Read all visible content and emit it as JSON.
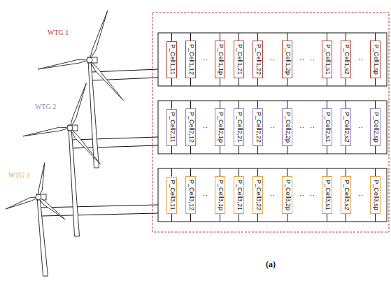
{
  "diagram": {
    "caption": "(a)",
    "nodes": [
      {
        "text": [
          "P_Cell1,11"
        ]
      },
      {
        "text": [
          "P_Cell1,12"
        ]
      },
      {
        "text": [
          "P_Cell1,1p"
        ]
      },
      {
        "text": [
          "P_Cell1,21"
        ]
      },
      {
        "text": [
          "P_Cell1,22"
        ]
      },
      {
        "text": [
          "P_Cell1,2p"
        ]
      },
      {
        "text": [
          "P_Cell1,s1"
        ]
      },
      {
        "text": [
          "P_Cell1,s2"
        ]
      },
      {
        "text": [
          "P_Cell1,sp"
        ]
      },
      {
        "text": [
          "P_Cell2,11"
        ]
      },
      {
        "text": [
          "P_Cell2,12"
        ]
      },
      {
        "text": [
          "P_Cell2,1p"
        ]
      },
      {
        "text": [
          "P_Cell2,21"
        ]
      },
      {
        "text": [
          "P_Cell2,22"
        ]
      },
      {
        "text": [
          "P_Cell2,2p"
        ]
      },
      {
        "text": [
          "P_Cell2,s1"
        ]
      },
      {
        "text": [
          "P_Cell2,s2"
        ]
      },
      {
        "text": [
          "P_Cell2,sp"
        ]
      },
      {
        "text": [
          "P_Cell3,11"
        ]
      },
      {
        "text": [
          "P_Cell3,12"
        ]
      },
      {
        "text": [
          "P_Cell3,1p"
        ]
      },
      {
        "text": [
          "P_Cell3,21"
        ]
      },
      {
        "text": [
          "P_Cell3,22"
        ]
      },
      {
        "text": [
          "P_Cell3,2p"
        ]
      },
      {
        "text": [
          "P_Cell3,s1"
        ]
      },
      {
        "text": [
          "P_Cell3,s2"
        ]
      },
      {
        "text": [
          "P_Cell3,sp"
        ]
      }
    ],
    "labels": [
      "WTG 1",
      "··",
      "··",
      "··",
      "··",
      "··",
      "WTG 2",
      "··",
      "··",
      "··",
      "··",
      "··",
      "WTG 3",
      "··",
      "··",
      "··",
      "··",
      "··"
    ]
  }
}
